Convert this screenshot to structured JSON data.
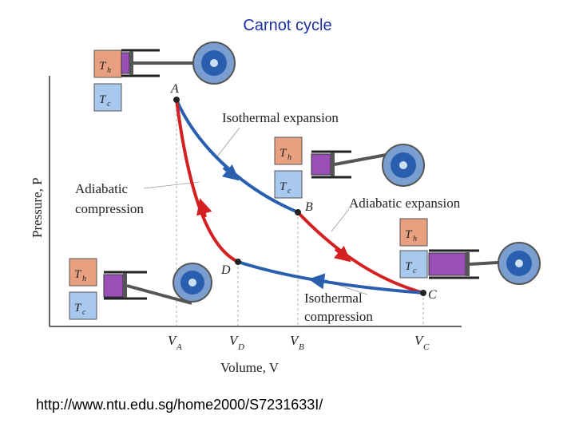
{
  "title": "Carnot cycle",
  "source_url": "http://www.ntu.edu.sg/home2000/S7231633I/",
  "axes": {
    "y_label": "Pressure, P",
    "x_label": "Volume, V",
    "x_ticks": [
      "VA",
      "VD",
      "VB",
      "VC"
    ]
  },
  "points": [
    "A",
    "B",
    "C",
    "D"
  ],
  "processes": {
    "isothermal_expansion": "Isothermal expansion",
    "adiabatic_expansion": "Adiabatic expansion",
    "isothermal_compression_1": "Isothermal",
    "isothermal_compression_2": "compression",
    "adiabatic_compression_1": "Adiabatic",
    "adiabatic_compression_2": "compression"
  },
  "reservoirs": {
    "hot": "Th",
    "cold": "Tc"
  },
  "colors": {
    "isothermal": "#2a5fb0",
    "adiabatic": "#d42020",
    "hot_reservoir": "#e8a080",
    "cold_reservoir": "#a8c8ee",
    "gas": "#9a4fb8",
    "title": "#1c2fa0"
  }
}
